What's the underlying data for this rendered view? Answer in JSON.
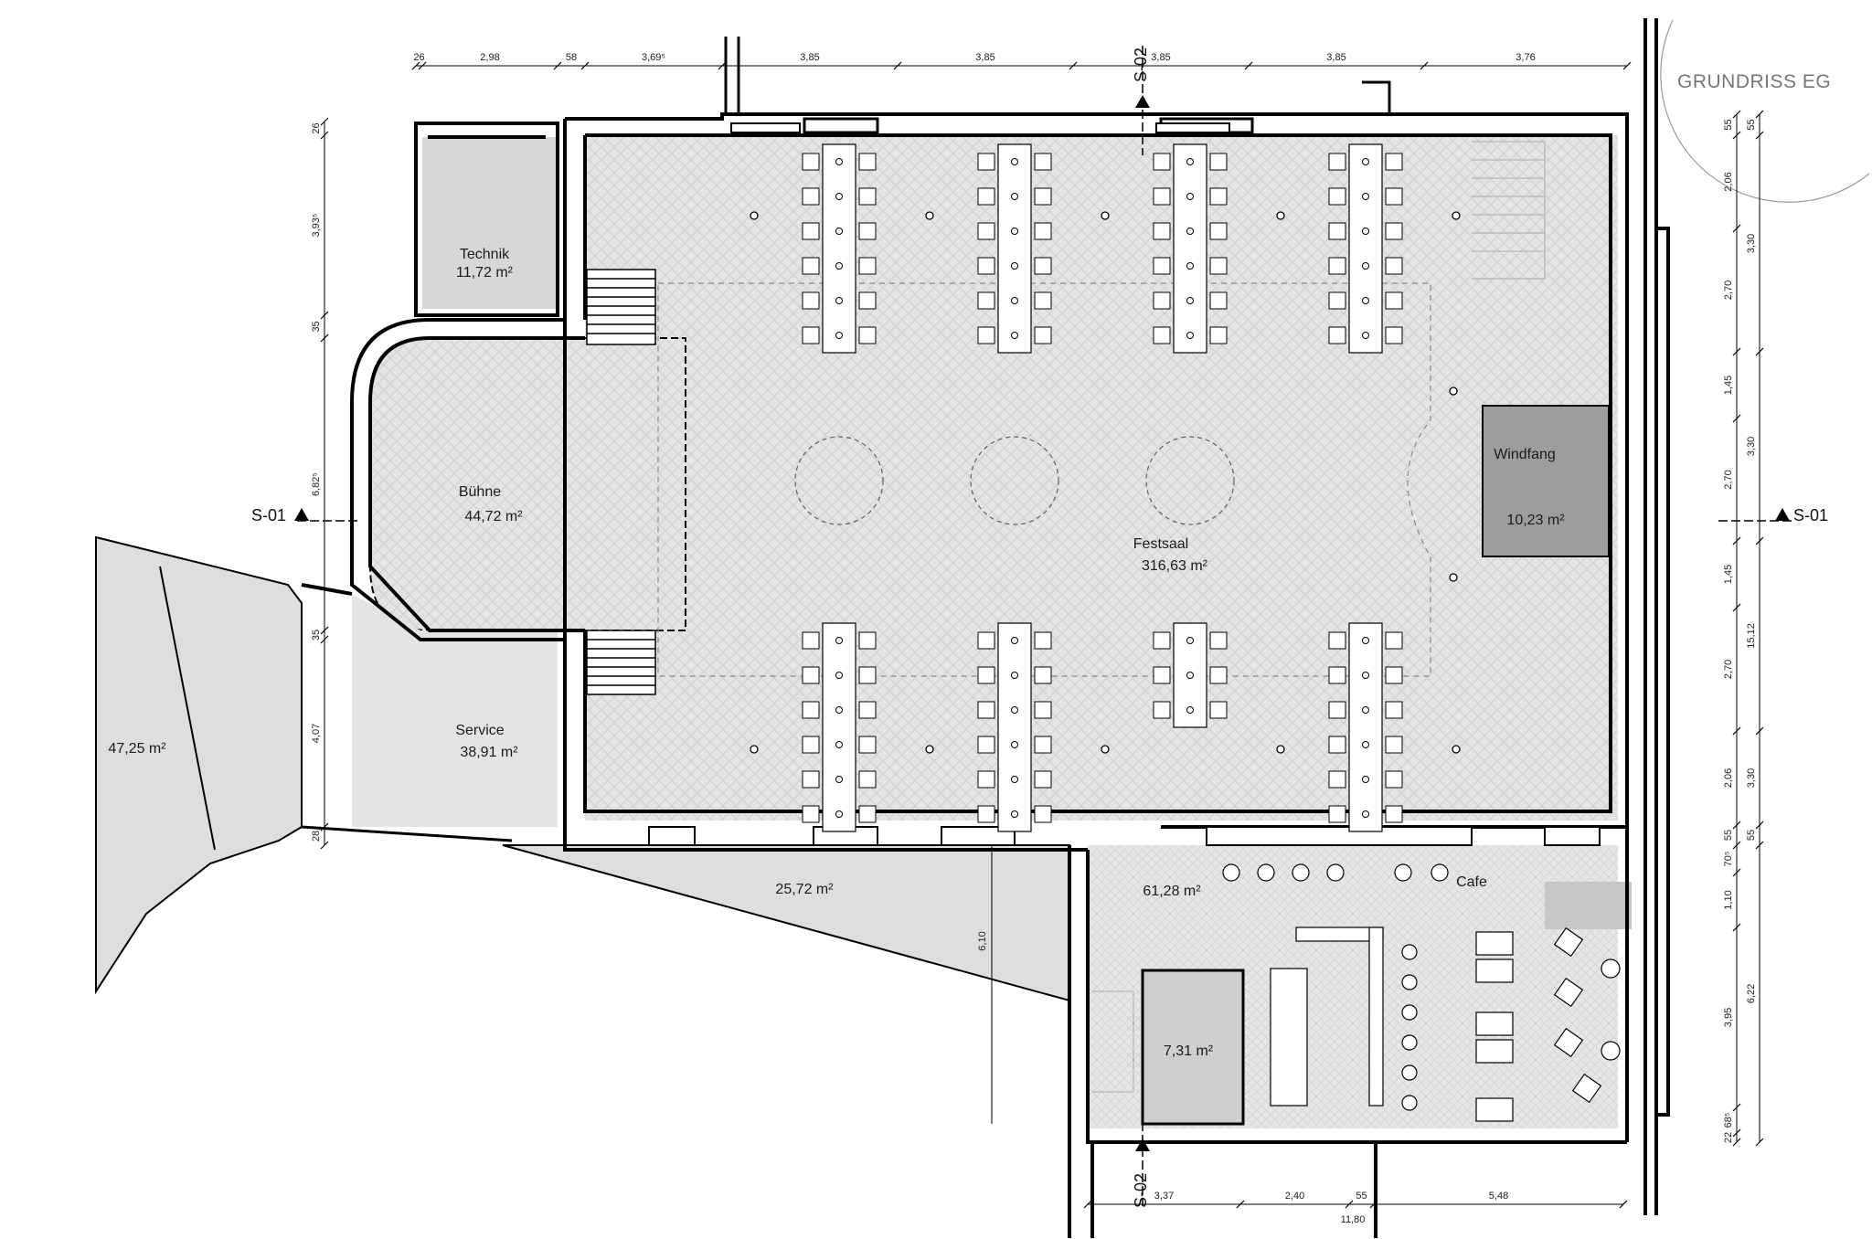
{
  "title": "GRUNDRISS EG",
  "rooms": {
    "technik": {
      "name": "Technik",
      "area": "11,72 m²"
    },
    "buehne": {
      "name": "Bühne",
      "area": "44,72 m²"
    },
    "festsaal": {
      "name": "Festsaal",
      "area": "316,63 m²"
    },
    "windfang": {
      "name": "Windfang",
      "area": "10,23 m²"
    },
    "service": {
      "name": "Service",
      "area": "38,91 m²"
    },
    "outdoor_left": {
      "area": "47,25 m²"
    },
    "courtyard": {
      "area": "25,72 m²"
    },
    "cafe": {
      "name": "Cafe",
      "area": "61,28 m²"
    },
    "wc": {
      "area": "7,31 m²"
    }
  },
  "sections": {
    "s01": "S-01",
    "s02": "S-02"
  },
  "dimensions": {
    "top": [
      "26",
      "2,98",
      "58",
      "3,69⁵",
      "3,85",
      "3,85",
      "3,85",
      "3,85",
      "3,76"
    ],
    "left": [
      "26",
      "3,93⁵",
      "35",
      "6,82⁵",
      "35",
      "4,07",
      "28"
    ],
    "right_inner": [
      "55",
      "2,06",
      "2,70",
      "1,45",
      "2,70",
      "1,45",
      "2,70",
      "2,06",
      "55",
      "70⁵",
      "1,10",
      "3,95",
      "68⁵",
      "22"
    ],
    "right_outer": [
      "55",
      "3,30",
      "3,30",
      "15,12",
      "3,30",
      "55",
      "6,22"
    ],
    "bottom": [
      "3,37",
      "2,40",
      "55",
      "5,48"
    ],
    "bottom_total": "11,80",
    "courtyard_depth": "6,10"
  },
  "colors": {
    "wall": "#000000",
    "floor": "#e2e2e2",
    "outdoor": "#dcdcdc",
    "windfang": "#9d9d9d"
  }
}
